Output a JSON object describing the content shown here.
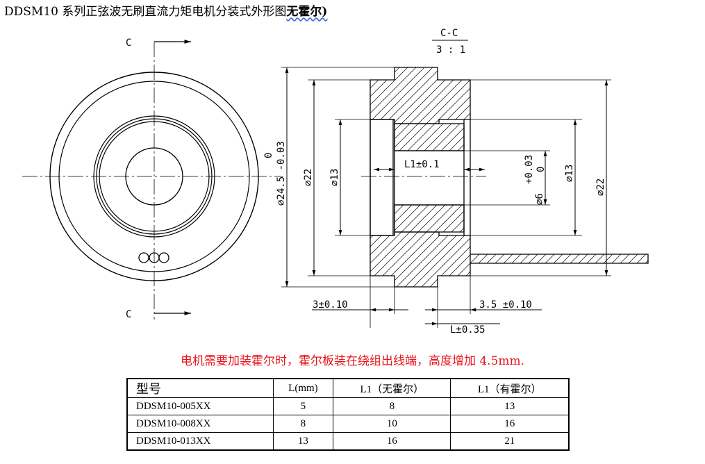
{
  "title": {
    "main": "DDSM10 系列正弦波无刷直流力矩电机分装式外形图",
    "bold": "无霍尔)"
  },
  "drawing": {
    "section_name": "C-C",
    "section_scale": "3 : 1",
    "label_c_top": "C",
    "label_c_bottom": "C",
    "dim_d24": "⌀24.5 -0.03",
    "dim_d24_tol": "0",
    "dim_d22_left": "⌀22",
    "dim_d13_left": "⌀13",
    "dim_l1": "L1±0.1",
    "dim_d6": "⌀6",
    "dim_d6_tol_upper": "+0.03",
    "dim_d6_tol_lower": "0",
    "dim_d13_right": "⌀13",
    "dim_d22_right": "⌀22",
    "dim_3": "3±0.10",
    "dim_35": "3.5 ±0.10",
    "dim_l": "L±0.35"
  },
  "note": "电机需要加装霍尔时，霍尔板装在绕组出线端，高度增加 4.5mm.",
  "table": {
    "headers": [
      "型号",
      "L(mm)",
      "L1（无霍尔）",
      "L1（有霍尔）"
    ],
    "rows": [
      [
        "DDSM10-005XX",
        "5",
        "8",
        "13"
      ],
      [
        "DDSM10-008XX",
        "8",
        "10",
        "16"
      ],
      [
        "DDSM10-013XX",
        "13",
        "16",
        "21"
      ]
    ]
  }
}
